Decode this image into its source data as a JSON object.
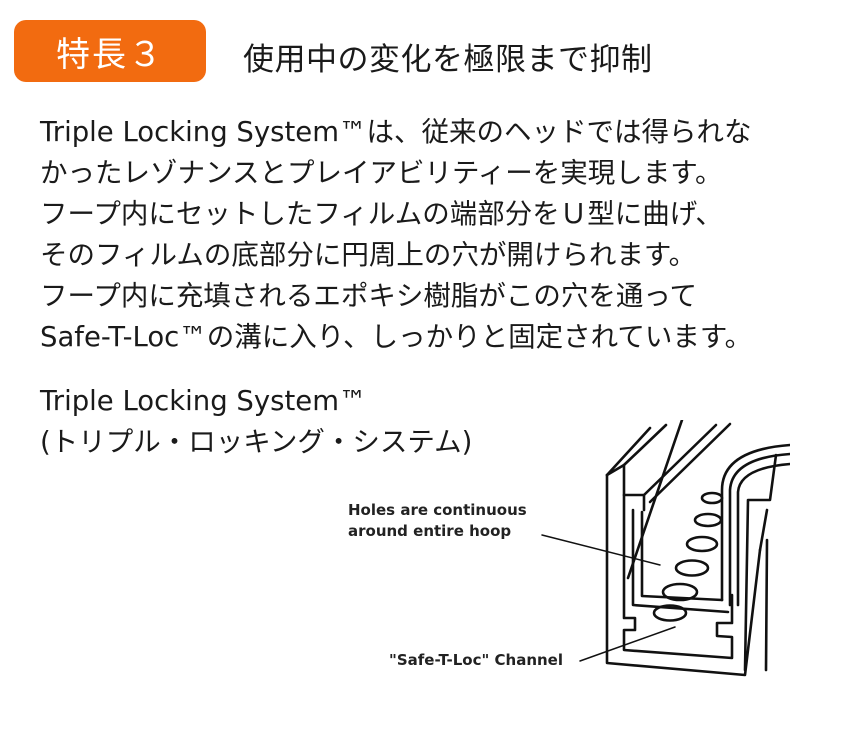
{
  "header": {
    "badge_label": "特長３",
    "title": "使用中の変化を極限まで抑制",
    "accent_color": "#f26b10"
  },
  "body": {
    "lines": [
      "Triple Locking System™は、従来のヘッドでは得られな",
      "かったレゾナンスとプレイアビリティーを実現します。",
      "フープ内にセットしたフィルムの端部分をＵ型に曲げ、",
      "そのフィルムの底部分に円周上の穴が開けられます。",
      "フープ内に充填されるエポキシ樹脂がこの穴を通って",
      "Safe-T-Loc™の溝に入り、しっかりと固定されています。"
    ]
  },
  "subtitle": {
    "line1": "Triple Locking System™",
    "line2": "(トリプル・ロッキング・システム)"
  },
  "diagram": {
    "callout_holes_line1": "Holes are continuous",
    "callout_holes_line2": "around entire hoop",
    "callout_channel": "\"Safe-T-Loc\" Channel"
  }
}
